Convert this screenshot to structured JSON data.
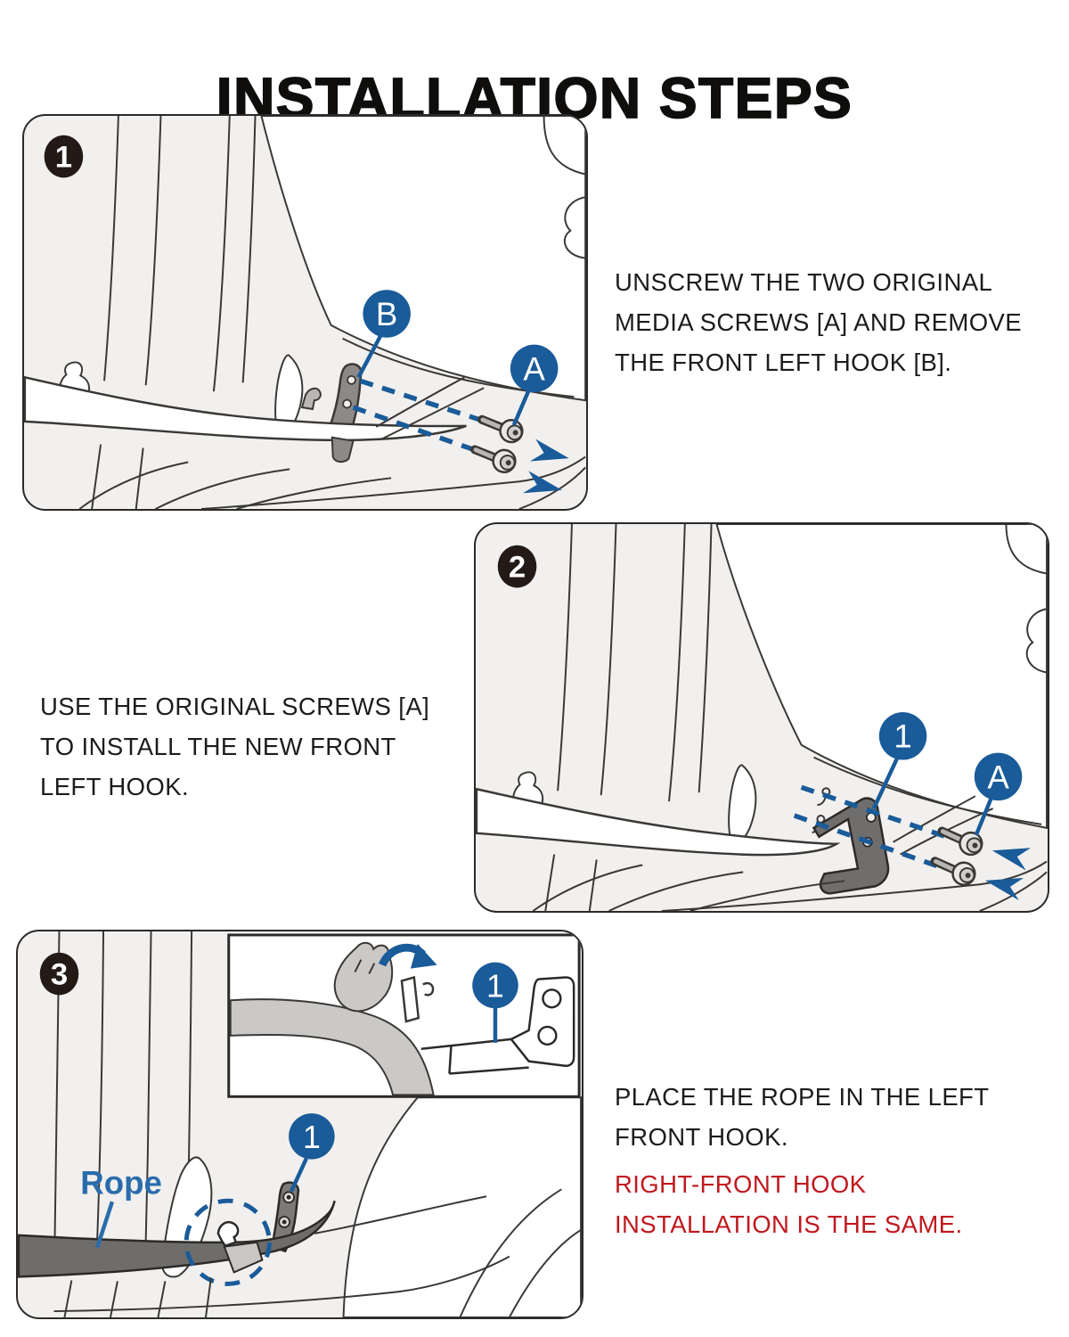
{
  "title": "INSTALLATION STEPS",
  "colors": {
    "accent_blue": "#1A5B99",
    "rope_label_blue": "#2A6CAB",
    "alert_red": "#C0181F",
    "badge_black": "#231A16",
    "panel_bg": "#F1F0EE",
    "line_dark": "#3A3835"
  },
  "steps": {
    "step1": {
      "number": "1",
      "instruction_lines": [
        "UNSCREW THE TWO ORIGINAL",
        "MEDIA SCREWS [A] AND REMOVE",
        "THE FRONT LEFT HOOK [B]."
      ],
      "callout_hook": "B",
      "callout_screws": "A"
    },
    "step2": {
      "number": "2",
      "instruction_lines": [
        "USE THE ORIGINAL SCREWS [A]",
        "TO INSTALL THE NEW FRONT",
        "LEFT HOOK."
      ],
      "callout_hook": "1",
      "callout_screws": "A"
    },
    "step3": {
      "number": "3",
      "instruction_lines": [
        "PLACE THE ROPE IN THE LEFT",
        "FRONT HOOK."
      ],
      "note_lines": [
        "RIGHT-FRONT HOOK",
        "INSTALLATION IS THE SAME."
      ],
      "callout_inset_hook": "1",
      "callout_main_hook": "1",
      "rope_label": "Rope"
    }
  }
}
